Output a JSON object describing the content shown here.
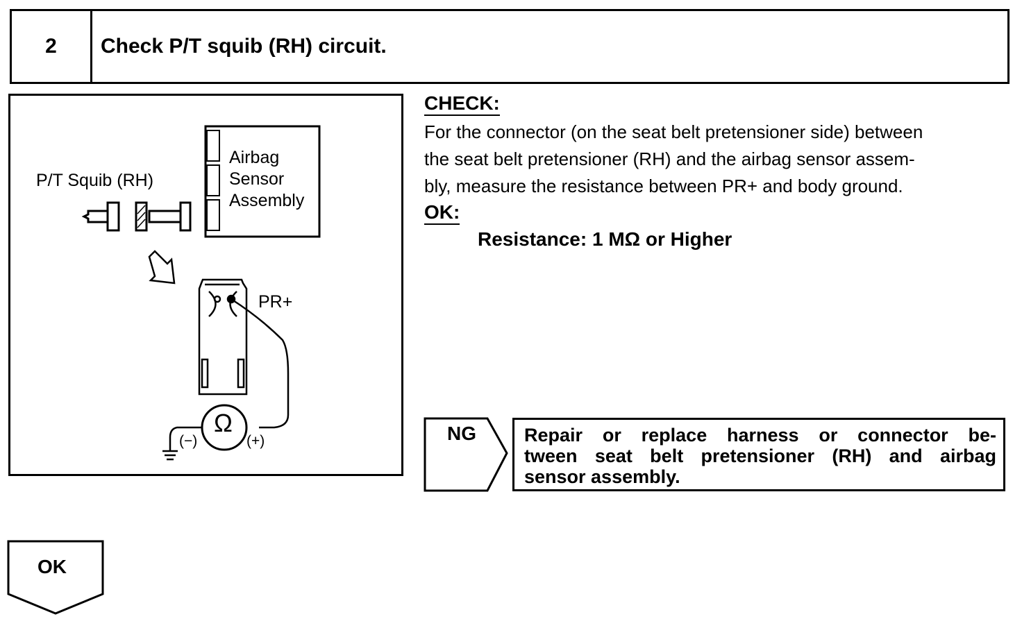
{
  "step": {
    "number": "2",
    "title": "Check P/T squib (RH) circuit."
  },
  "figure": {
    "squib_label": "P/T Squib (RH)",
    "sensor_label_lines": [
      "Airbag",
      "Sensor",
      "Assembly"
    ],
    "terminal_label": "PR+",
    "meter_symbol": "Ω",
    "minus_label": "(−)",
    "plus_label": "(+)"
  },
  "check": {
    "heading": "CHECK:",
    "lines": [
      "For the connector (on the seat belt pretensioner side) between",
      "the seat belt pretensioner (RH) and the airbag sensor assem-",
      "bly, measure the resistance between PR+ and body ground."
    ]
  },
  "ok": {
    "heading": "OK:",
    "spec": "Resistance: 1 MΩ or Higher"
  },
  "ng": {
    "label": "NG",
    "action_lines": [
      "Repair or replace harness or connector be-",
      "tween seat belt pretensioner (RH) and airbag",
      "sensor assembly."
    ]
  },
  "ok_flow": {
    "label": "OK"
  }
}
